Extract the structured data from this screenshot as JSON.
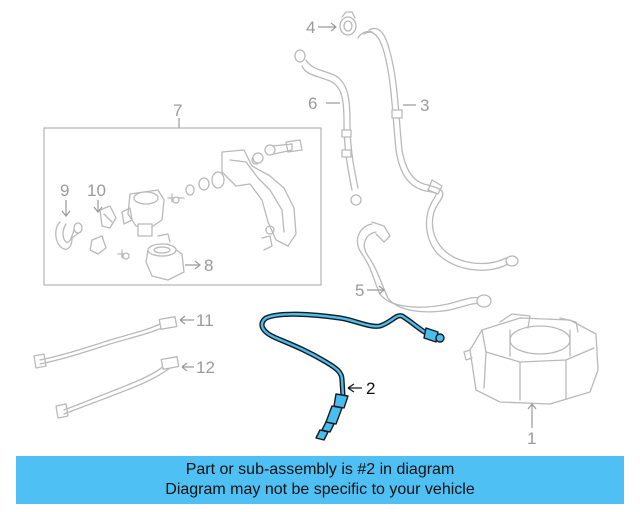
{
  "callouts": {
    "c1": "1",
    "c2": "2",
    "c3": "3",
    "c4": "4",
    "c5": "5",
    "c6": "6",
    "c7": "7",
    "c8": "8",
    "c9": "9",
    "c10": "10",
    "c11": "11",
    "c12": "12"
  },
  "banner": {
    "line1": "Part or sub-assembly is #2 in diagram",
    "line2": "Diagram may not be specific to your vehicle"
  },
  "colors": {
    "banner_bg": "#4fc0f4",
    "highlight": "#47bdf0",
    "line_art": "#b9b9b9"
  }
}
